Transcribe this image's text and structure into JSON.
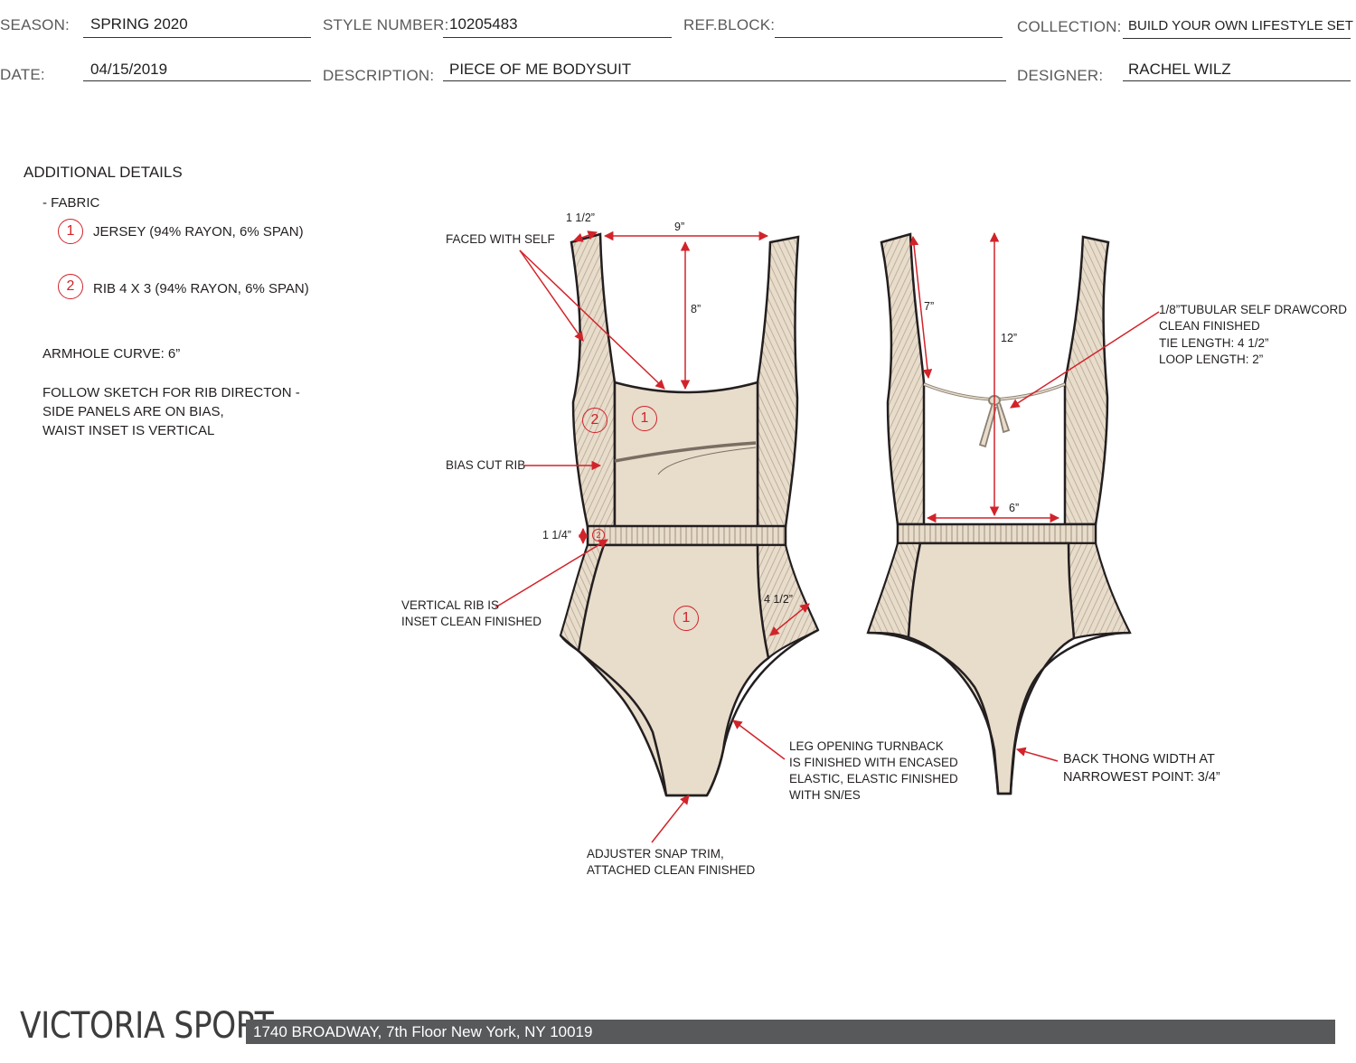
{
  "header": {
    "season_label": "SEASON:",
    "season": "SPRING 2020",
    "style_label": "STYLE NUMBER:",
    "style_number": "10205483",
    "refblock_label": "REF.BLOCK:",
    "refblock": "",
    "collection_label": "COLLECTION:",
    "collection": "BUILD YOUR OWN LIFESTYLE SET",
    "date_label": "DATE:",
    "date": "04/15/2019",
    "description_label": "DESCRIPTION:",
    "description": "PIECE OF ME BODYSUIT",
    "designer_label": "DESIGNER:",
    "designer": "RACHEL WILZ"
  },
  "details": {
    "title": "ADDITIONAL DETAILS",
    "fabric_label": "- FABRIC",
    "fabrics": [
      {
        "num": "1",
        "text": "JERSEY (94% RAYON, 6% SPAN)"
      },
      {
        "num": "2",
        "text": "RIB 4 X 3 (94% RAYON, 6% SPAN)"
      }
    ],
    "armhole": "ARMHOLE CURVE: 6”",
    "rib_lines": [
      "FOLLOW SKETCH FOR RIB DIRECTON -",
      "SIDE PANELS ARE ON BIAS,",
      "WAIST INSET IS VERTICAL"
    ]
  },
  "callouts": {
    "faced": "FACED WITH SELF",
    "bias": "BIAS CUT RIB",
    "vertical": [
      "VERTICAL RIB IS",
      "INSET CLEAN FINISHED"
    ],
    "leg": [
      "LEG OPENING TURNBACK",
      "IS FINISHED WITH ENCASED",
      "ELASTIC, ELASTIC FINISHED",
      "WITH SN/ES"
    ],
    "snap": [
      "ADJUSTER SNAP TRIM,",
      "ATTACHED CLEAN FINISHED"
    ],
    "drawcord": [
      "1/8”TUBULAR SELF DRAWCORD",
      "CLEAN FINISHED",
      "TIE LENGTH: 4 1/2”",
      "LOOP LENGTH: 2”"
    ],
    "thong": [
      "BACK THONG WIDTH AT",
      "NARROWEST POINT: 3/4”"
    ]
  },
  "dimensions": {
    "strap": "1 1/2”",
    "neck_width": "9”",
    "front_drop": "8”",
    "waist": "1 1/4”",
    "side": "4 1/2”",
    "back_strap": "7”",
    "back_length": "12”",
    "back_width": "6”"
  },
  "markers": {
    "front_bodice": "1",
    "side_panel": "2",
    "waist_band": "2",
    "front_lower": "1"
  },
  "colors": {
    "fabric": "#e8dccb",
    "rib_stripe": "#b5a594",
    "outline": "#231f20",
    "annotation": "#d2232a",
    "footer_bar": "#58595b"
  },
  "footer": {
    "brand": "VICTORIA SPORT",
    "address": "1740 BROADWAY, 7th Floor New York, NY 10019"
  }
}
